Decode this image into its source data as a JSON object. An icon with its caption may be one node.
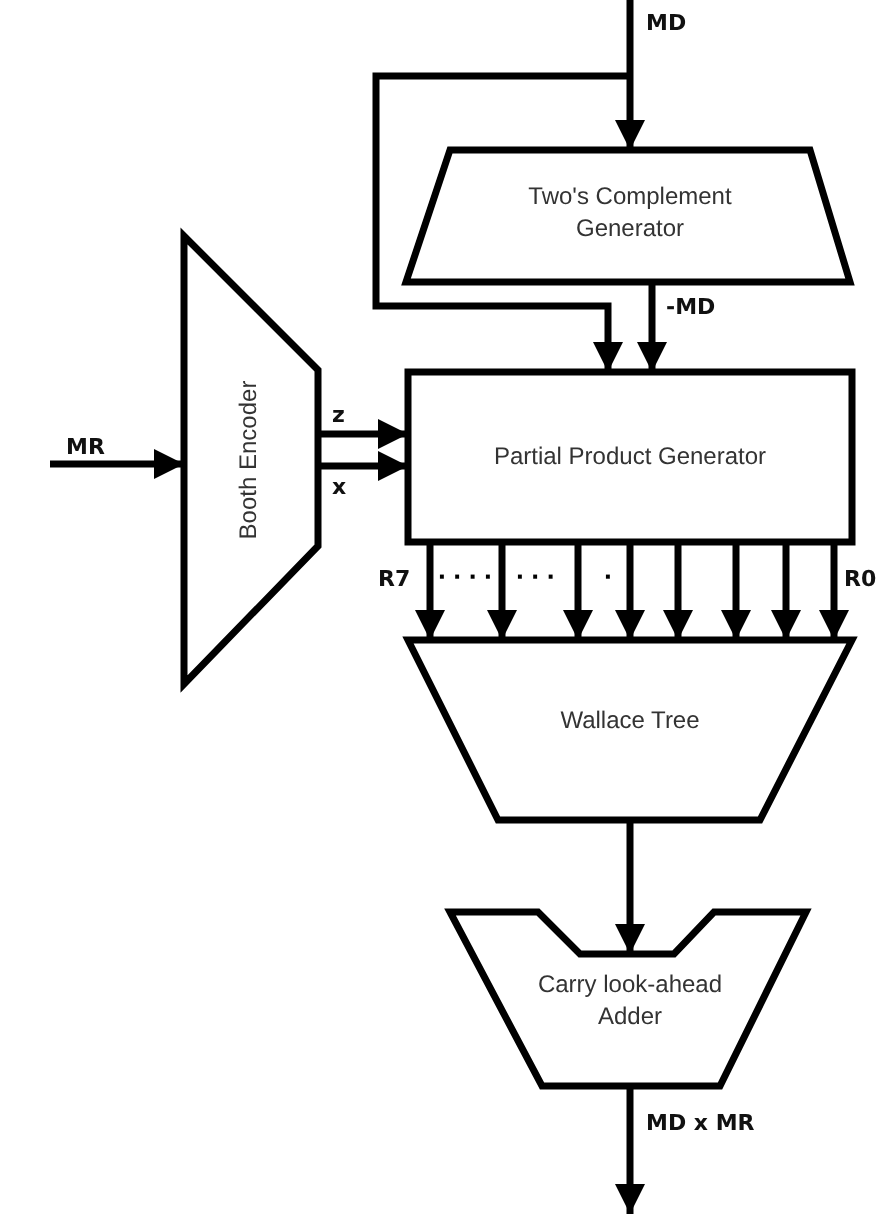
{
  "diagram": {
    "nodes": [
      {
        "text": [
          "Two's Complement Generator"
        ]
      },
      {
        "text": [
          "Booth Encoder"
        ]
      },
      {
        "text": [
          "Partial Product Generator"
        ]
      },
      {
        "text": [
          "Wallace Tree"
        ]
      },
      {
        "text": [
          "Carry look-ahead Adder"
        ]
      }
    ],
    "edges": [
      {
        "from": null,
        "to": 0,
        "arrow": "to",
        "label": "MD"
      },
      {
        "from": null,
        "to": 2,
        "arrow": "to"
      },
      {
        "from": 0,
        "to": 2,
        "arrow": "to",
        "label": "-MD"
      },
      {
        "from": null,
        "to": 1,
        "arrow": "to",
        "label": "MR"
      },
      {
        "from": 1,
        "to": 2,
        "arrow": "to",
        "label": "z"
      },
      {
        "from": 1,
        "to": 2,
        "arrow": "to",
        "label": "x"
      },
      {
        "from": 2,
        "to": 3,
        "arrow": "to",
        "label": "R7"
      },
      {
        "from": 2,
        "to": 3,
        "arrow": "to"
      },
      {
        "from": 2,
        "to": 3,
        "arrow": "to"
      },
      {
        "from": 2,
        "to": 3,
        "arrow": "to"
      },
      {
        "from": 2,
        "to": 3,
        "arrow": "to"
      },
      {
        "from": 2,
        "to": 3,
        "arrow": "to"
      },
      {
        "from": 2,
        "to": 3,
        "arrow": "to"
      },
      {
        "from": 2,
        "to": 3,
        "arrow": "to",
        "label": "R0"
      },
      {
        "from": 3,
        "to": 4,
        "arrow": "to"
      },
      {
        "from": 4,
        "to": null,
        "arrow": "to",
        "label": "MD x MR"
      }
    ],
    "labels": [
      "····",
      "···",
      "·"
    ]
  }
}
